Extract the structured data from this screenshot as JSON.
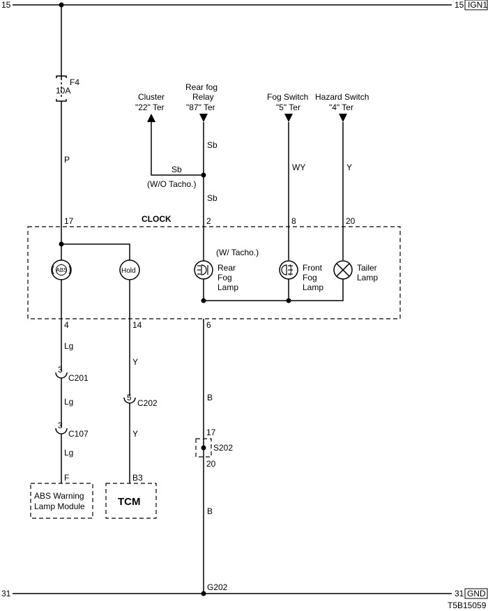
{
  "rails": {
    "top_left": "15",
    "top_right": "15",
    "top_tag": "IGN1",
    "bottom_left": "31",
    "bottom_right": "31",
    "bottom_tag": "GND"
  },
  "fuse": {
    "name": "F4",
    "rating": "10A"
  },
  "sources": {
    "cluster": [
      "Cluster",
      "\"22\" Ter"
    ],
    "rear_fog_relay": [
      "Rear fog",
      "Relay",
      "\"87\" Ter"
    ],
    "fog_switch": [
      "Fog Switch",
      "\"5\" Ter"
    ],
    "hazard_switch": [
      "Hazard Switch",
      "\"4\" Ter"
    ]
  },
  "wires": {
    "p": "P",
    "sb_upper": "Sb",
    "sb_branch": "Sb",
    "sb_lower": "Sb",
    "wo_tacho": "(W/O Tacho.)",
    "wy": "WY",
    "y_hazard": "Y",
    "lg_1": "Lg",
    "lg_2": "Lg",
    "lg_3": "Lg",
    "y_hold_1": "Y",
    "y_hold_2": "Y",
    "b_1": "B",
    "b_2": "B"
  },
  "clock": {
    "title": "CLOCK",
    "pins_top": {
      "p17": "17",
      "p2": "2",
      "p8": "8",
      "p20": "20"
    },
    "pins_bottom": {
      "p4": "4",
      "p14": "14",
      "p6": "6"
    },
    "w_tacho": "(W/ Tacho.)",
    "abs_icon": "ABS",
    "hold_icon": "Hold",
    "rear_fog": [
      "Rear",
      "Fog",
      "Lamp"
    ],
    "front_fog": [
      "Front",
      "Fog",
      "Lamp"
    ],
    "tailer": [
      "Tailer",
      "Lamp"
    ]
  },
  "connectors": {
    "c201": {
      "pin": "3",
      "name": "C201"
    },
    "c107": {
      "pin": "3",
      "name": "C107"
    },
    "c202": {
      "pin": "5",
      "name": "C202"
    }
  },
  "splice": {
    "name": "S202",
    "pin_top": "17",
    "pin_bottom": "20"
  },
  "modules": {
    "abs": {
      "pin": "F",
      "lines": [
        "ABS Warning",
        "Lamp Module"
      ]
    },
    "tcm": {
      "pin": "B3",
      "label": "TCM"
    }
  },
  "ground": "G202",
  "diagram_id": "T5B15059"
}
